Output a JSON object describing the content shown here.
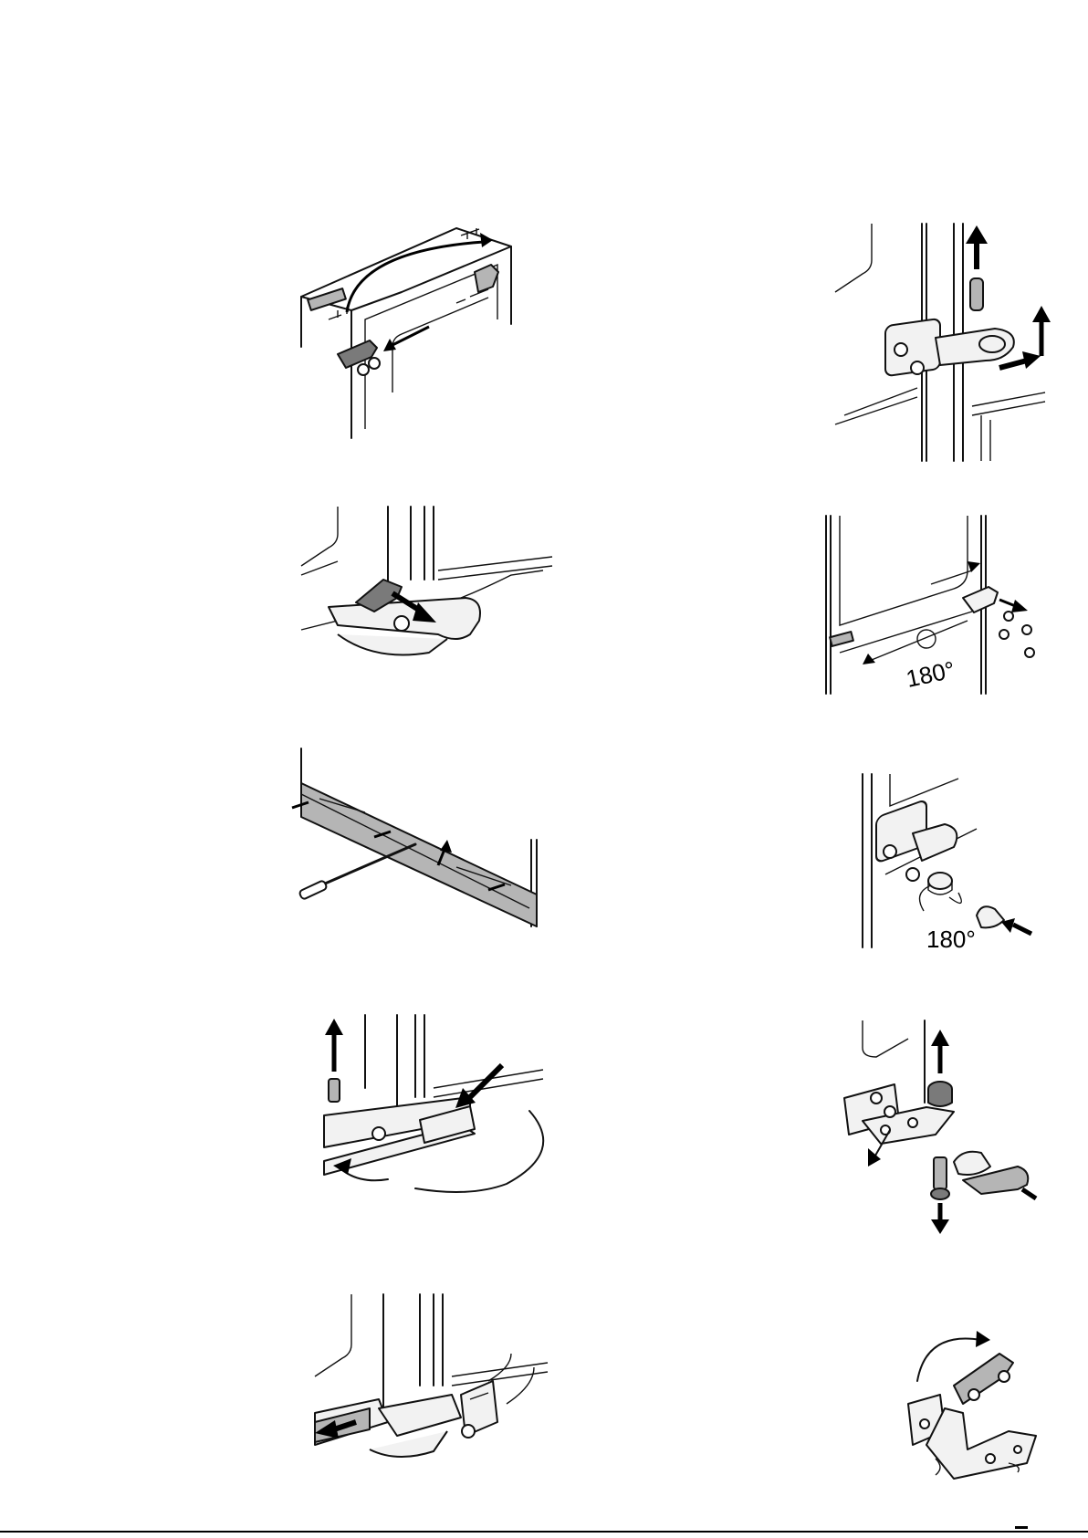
{
  "page": {
    "figures": [
      {
        "id": "step-1",
        "caption": ""
      },
      {
        "id": "step-2",
        "caption": ""
      },
      {
        "id": "step-3",
        "caption": ""
      },
      {
        "id": "step-4",
        "caption": "",
        "label": "180°"
      },
      {
        "id": "step-5",
        "caption": ""
      },
      {
        "id": "step-6",
        "caption": "",
        "label": "180°"
      },
      {
        "id": "step-7",
        "caption": ""
      },
      {
        "id": "step-8",
        "caption": ""
      },
      {
        "id": "step-9",
        "caption": ""
      },
      {
        "id": "step-10",
        "caption": ""
      }
    ]
  }
}
